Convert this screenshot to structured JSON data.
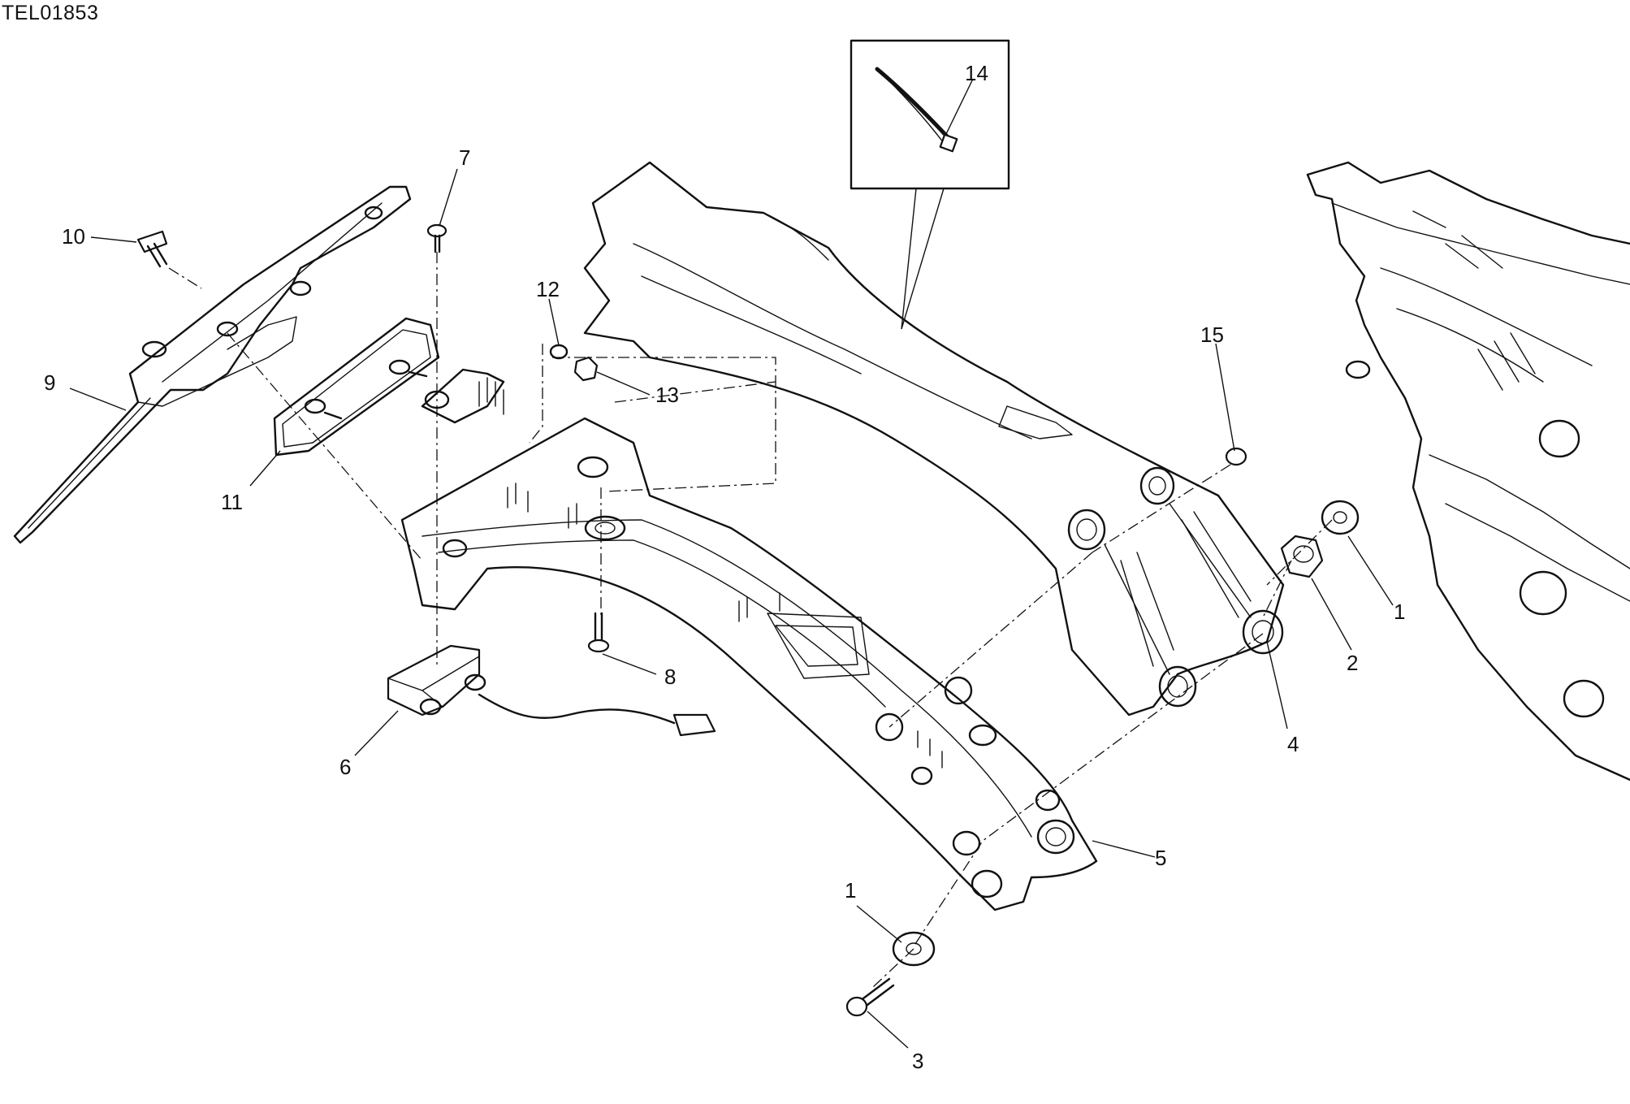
{
  "diagram_ref": "TEL01853",
  "callouts": {
    "c1a": "1",
    "c1b": "1",
    "c2": "2",
    "c3": "3",
    "c4": "4",
    "c5": "5",
    "c6": "6",
    "c7": "7",
    "c8": "8",
    "c9": "9",
    "c10": "10",
    "c11": "11",
    "c12": "12",
    "c13": "13",
    "c14": "14",
    "c15": "15"
  }
}
